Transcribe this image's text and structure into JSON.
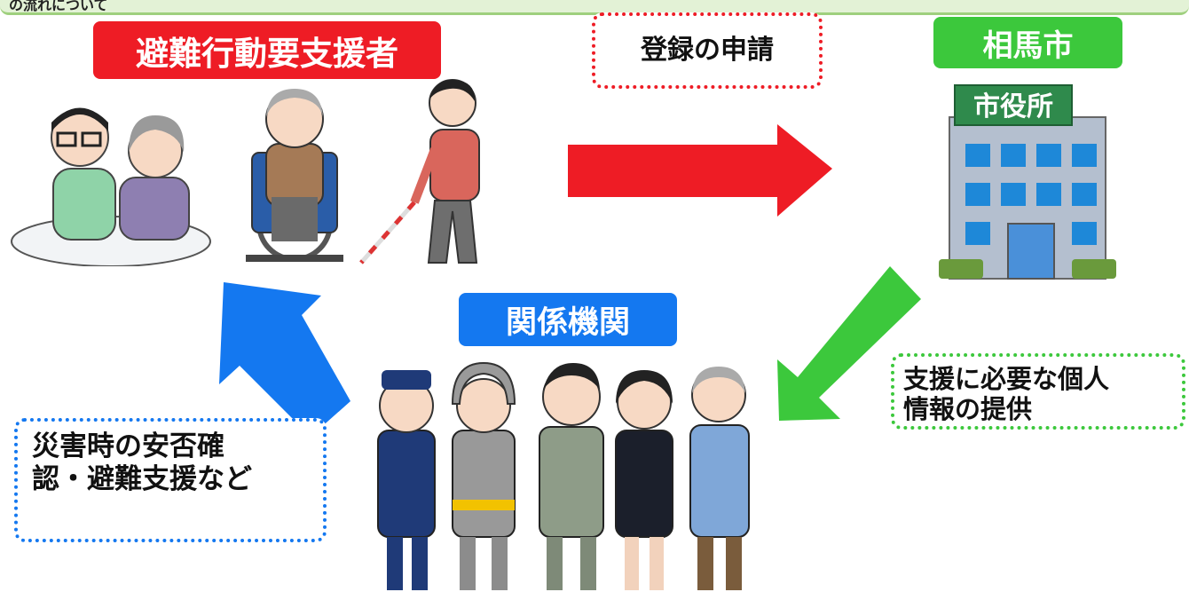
{
  "header": {
    "text": "の流れについて"
  },
  "labels": {
    "requester": "避難行動要支援者",
    "city": "相馬市",
    "agencies": "関係機関"
  },
  "notes": {
    "registration": "登録の申請",
    "info_line1": "支援に必要な個人",
    "info_line2": "情報の提供",
    "safety_line1": "災害時の安否確",
    "safety_line2": "認・避難支援など"
  },
  "building": {
    "sign": "市役所"
  },
  "colors": {
    "red": "#ee1c25",
    "green": "#3cc83c",
    "blue": "#1478f0"
  }
}
